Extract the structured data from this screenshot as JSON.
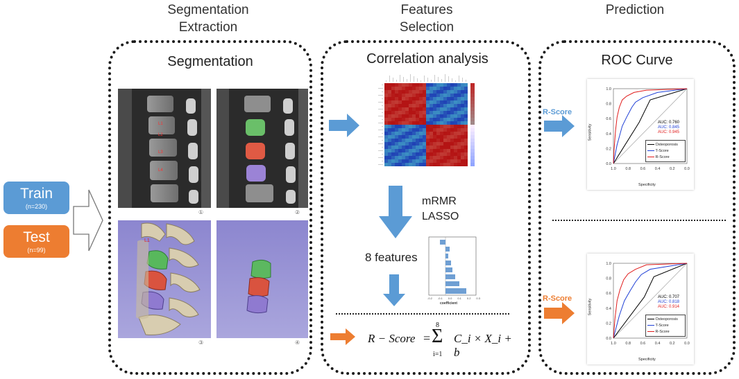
{
  "columns": {
    "segmentation": "Segmentation\nExtraction",
    "features": "Features\nSelection",
    "prediction": "Prediction"
  },
  "cohorts": {
    "train": {
      "label": "Train",
      "n": "(n=230)",
      "color": "#5b9bd5"
    },
    "test": {
      "label": "Test",
      "n": "(n=99)",
      "color": "#ed7d31"
    }
  },
  "segmentation_panel": {
    "title": "Segmentation",
    "ct_labels": [
      "L1",
      "L2",
      "L3",
      "L4"
    ],
    "render_label": "L1",
    "image_numbers": [
      "①",
      "②",
      "③",
      "④"
    ]
  },
  "features_panel": {
    "title": "Correlation analysis",
    "methods": "mRMR\nLASSO",
    "count_label": "8 features",
    "coef_xlabel": "coefficient",
    "coef_ticks": [
      "-0.2",
      "-0.1",
      "0.0",
      "0.1",
      "0.2",
      "0.3"
    ],
    "formula": {
      "lhs": "R − Score",
      "sum_upper": "8",
      "sum_lower": "i=1",
      "rhs": "C_i × X_i + b"
    }
  },
  "prediction_panel": {
    "title": "ROC Curve",
    "score_label": "R-Score",
    "charts": [
      {
        "auc": [
          "AUC: 0.760",
          "AUC: 0.845",
          "AUC: 0.945"
        ]
      },
      {
        "auc": [
          "AUC: 0.707",
          "AUC: 0.818",
          "AUC: 0.914"
        ]
      }
    ],
    "legend": [
      "Osteoporosis",
      "T-Score",
      "R-Score"
    ],
    "xlabel": "Specificity",
    "ylabel": "Sensitivity",
    "xticks": [
      "1.0",
      "0.8",
      "0.6",
      "0.4",
      "0.2",
      "0.0"
    ],
    "yticks": [
      "0.0",
      "0.2",
      "0.4",
      "0.6",
      "0.8",
      "1.0"
    ],
    "colors": [
      "#000000",
      "#1f3fd6",
      "#e01b1b"
    ]
  },
  "arrow_colors": {
    "blue": "#5b9bd5",
    "orange": "#ed7d31"
  }
}
